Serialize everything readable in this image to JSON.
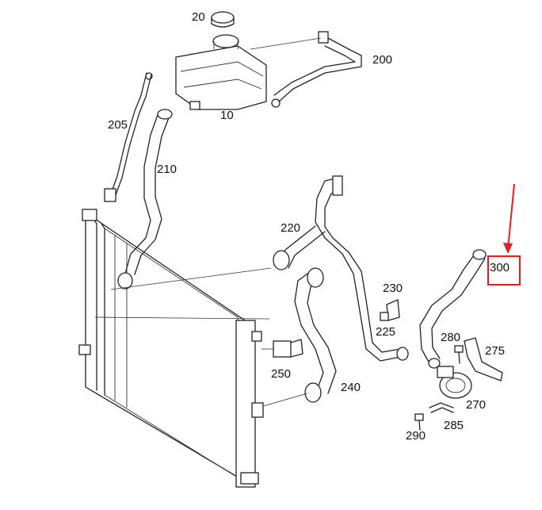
{
  "labels": {
    "p10": "10",
    "p20": "20",
    "p200": "200",
    "p205": "205",
    "p210": "210",
    "p220": "220",
    "p225": "225",
    "p230": "230",
    "p240": "240",
    "p250": "250",
    "p270": "270",
    "p275": "275",
    "p280": "280",
    "p285": "285",
    "p290": "290",
    "p300": "300"
  },
  "highlight": {
    "part": "300",
    "color": "#e02020"
  }
}
